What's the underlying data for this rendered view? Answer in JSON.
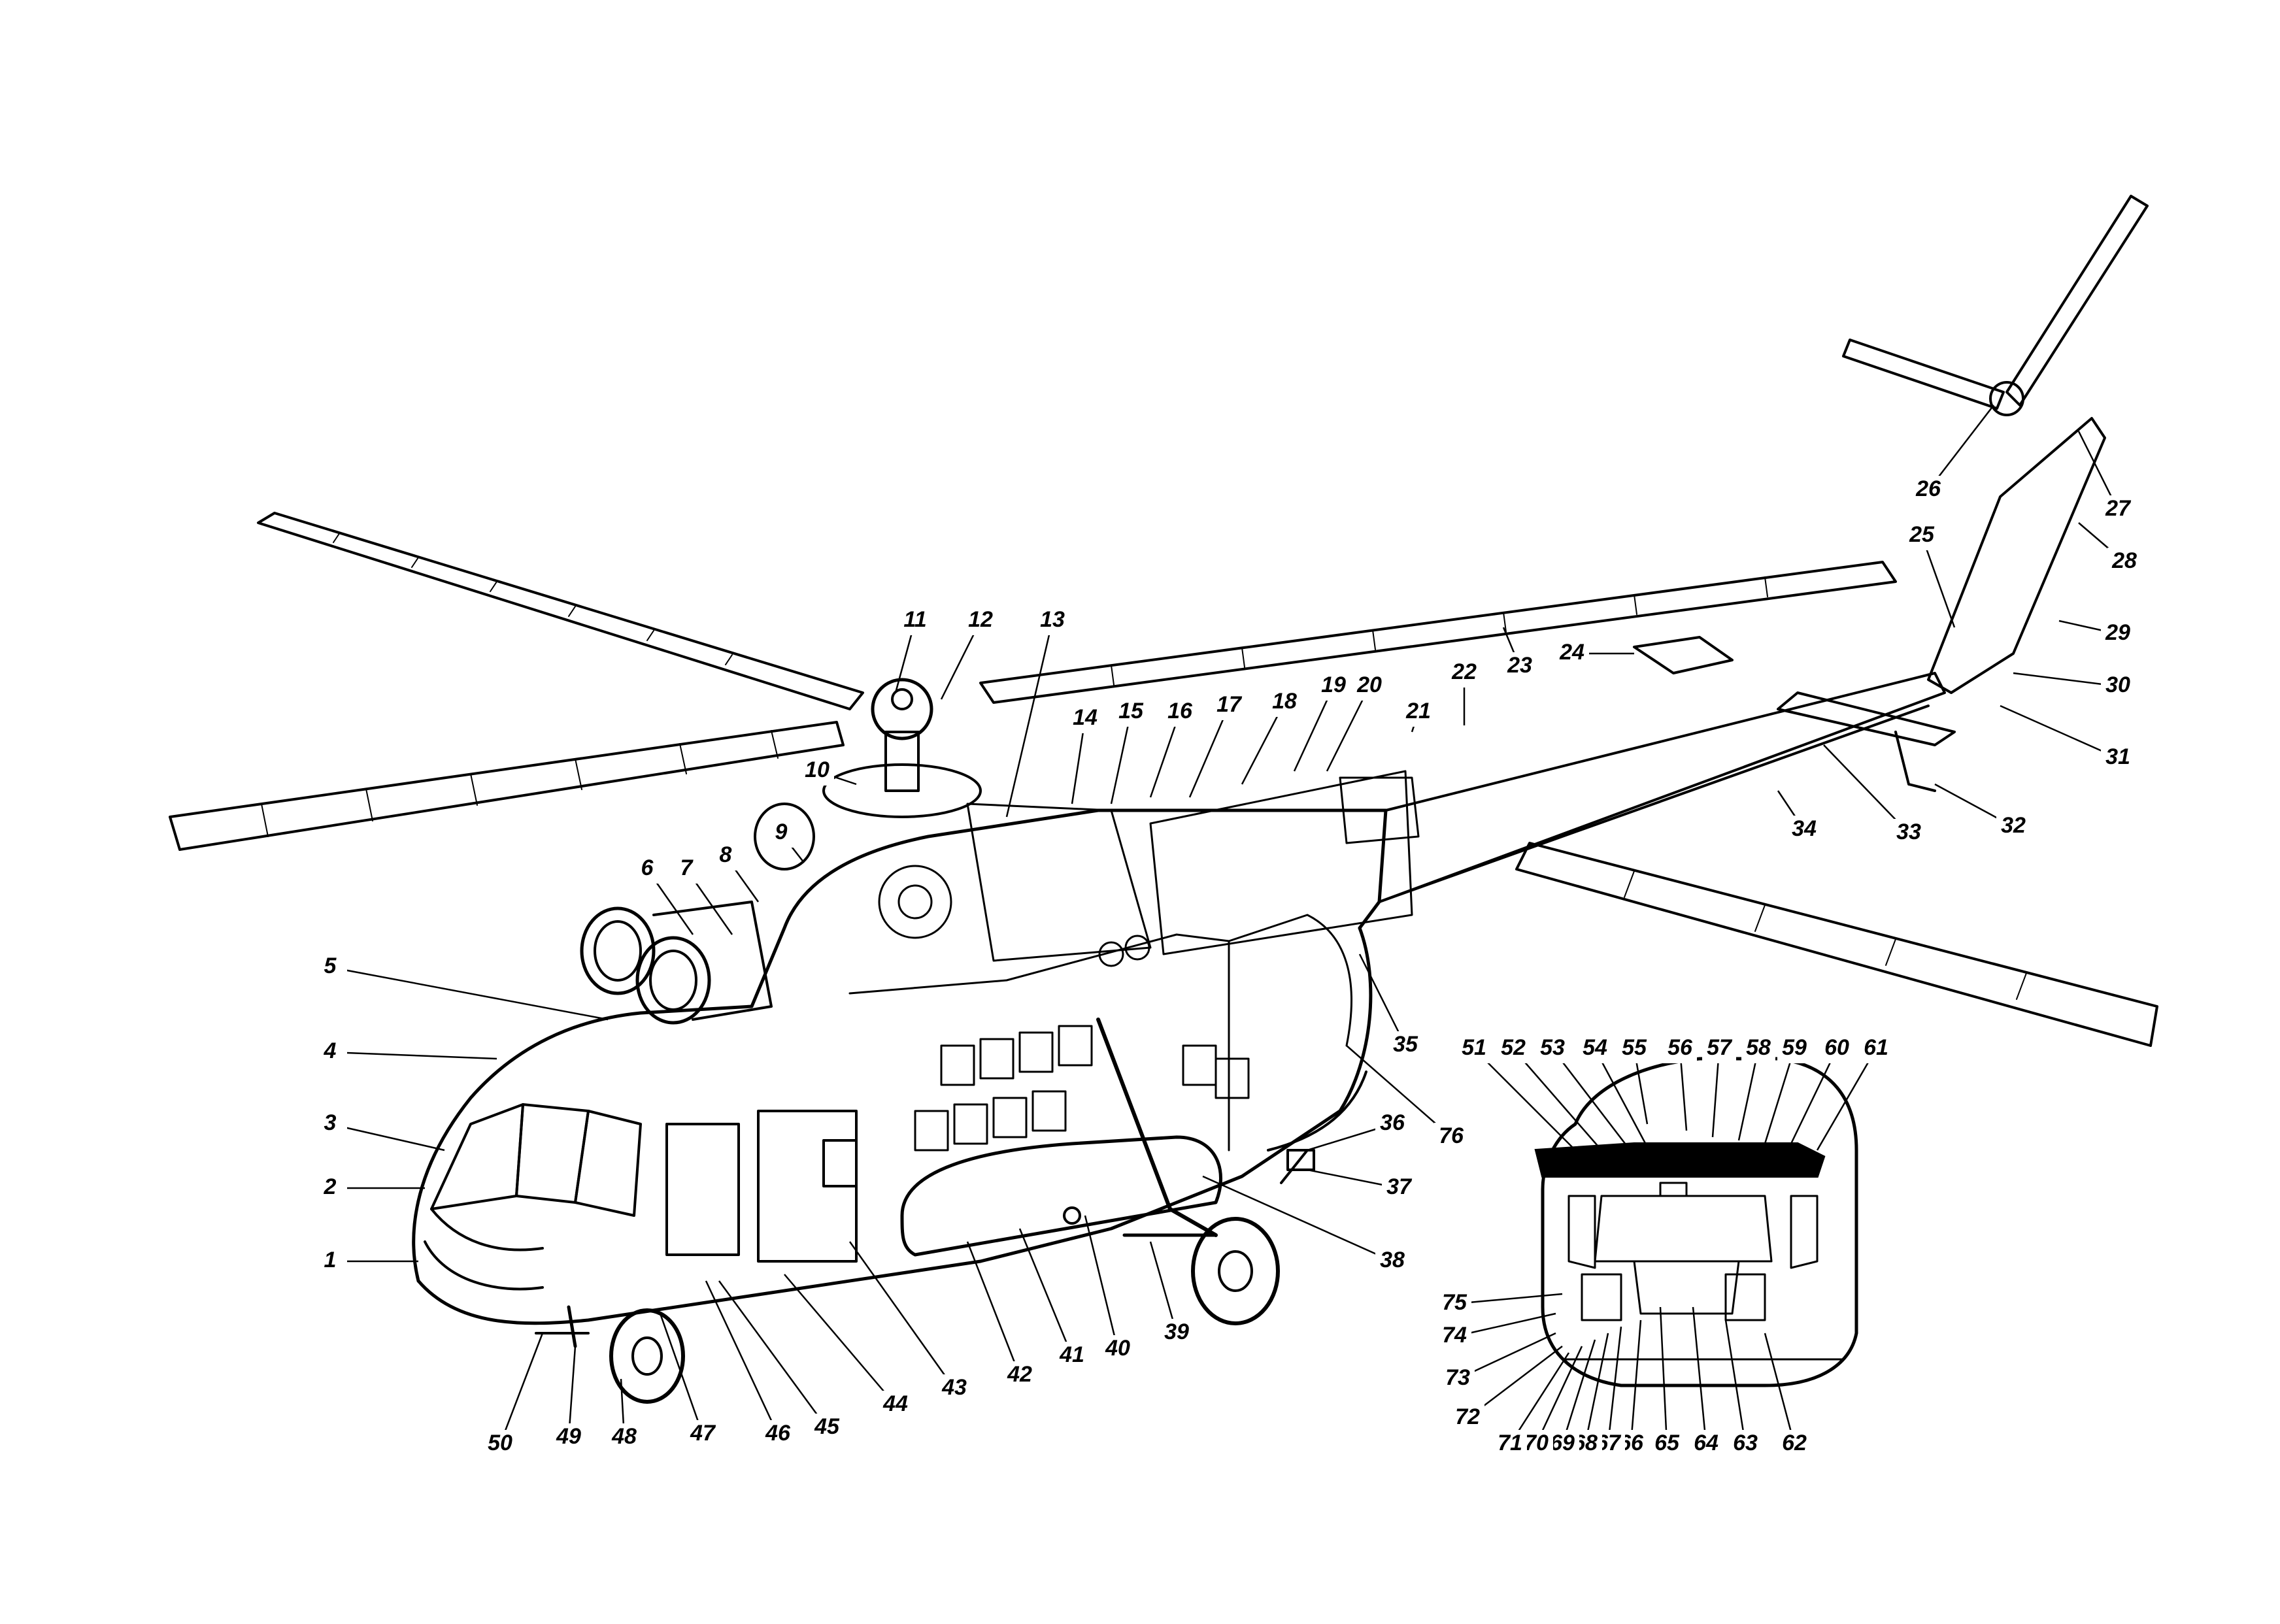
{
  "diagram": {
    "subject": "helicopter-cutaway",
    "callouts": [
      {
        "id": "1",
        "label": "1"
      },
      {
        "id": "2",
        "label": "2"
      },
      {
        "id": "3",
        "label": "3"
      },
      {
        "id": "4",
        "label": "4"
      },
      {
        "id": "5",
        "label": "5"
      },
      {
        "id": "6",
        "label": "6"
      },
      {
        "id": "7",
        "label": "7"
      },
      {
        "id": "8",
        "label": "8"
      },
      {
        "id": "9",
        "label": "9"
      },
      {
        "id": "10",
        "label": "10"
      },
      {
        "id": "11",
        "label": "11"
      },
      {
        "id": "12",
        "label": "12"
      },
      {
        "id": "13",
        "label": "13"
      },
      {
        "id": "14",
        "label": "14"
      },
      {
        "id": "15",
        "label": "15"
      },
      {
        "id": "16",
        "label": "16"
      },
      {
        "id": "17",
        "label": "17"
      },
      {
        "id": "18",
        "label": "18"
      },
      {
        "id": "19",
        "label": "19"
      },
      {
        "id": "20",
        "label": "20"
      },
      {
        "id": "21",
        "label": "21"
      },
      {
        "id": "22",
        "label": "22"
      },
      {
        "id": "23",
        "label": "23"
      },
      {
        "id": "24",
        "label": "24"
      },
      {
        "id": "25",
        "label": "25"
      },
      {
        "id": "26",
        "label": "26"
      },
      {
        "id": "27",
        "label": "27"
      },
      {
        "id": "28",
        "label": "28"
      },
      {
        "id": "29",
        "label": "29"
      },
      {
        "id": "30",
        "label": "30"
      },
      {
        "id": "31",
        "label": "31"
      },
      {
        "id": "32",
        "label": "32"
      },
      {
        "id": "33",
        "label": "33"
      },
      {
        "id": "34",
        "label": "34"
      },
      {
        "id": "35",
        "label": "35"
      },
      {
        "id": "36",
        "label": "36"
      },
      {
        "id": "37",
        "label": "37"
      },
      {
        "id": "38",
        "label": "38"
      },
      {
        "id": "39",
        "label": "39"
      },
      {
        "id": "40",
        "label": "40"
      },
      {
        "id": "41",
        "label": "41"
      },
      {
        "id": "42",
        "label": "42"
      },
      {
        "id": "43",
        "label": "43"
      },
      {
        "id": "44",
        "label": "44"
      },
      {
        "id": "45",
        "label": "45"
      },
      {
        "id": "46",
        "label": "46"
      },
      {
        "id": "47",
        "label": "47"
      },
      {
        "id": "48",
        "label": "48"
      },
      {
        "id": "49",
        "label": "49"
      },
      {
        "id": "50",
        "label": "50"
      },
      {
        "id": "51",
        "label": "51"
      },
      {
        "id": "52",
        "label": "52"
      },
      {
        "id": "53",
        "label": "53"
      },
      {
        "id": "54",
        "label": "54"
      },
      {
        "id": "55",
        "label": "55"
      },
      {
        "id": "56",
        "label": "56"
      },
      {
        "id": "57",
        "label": "57"
      },
      {
        "id": "58",
        "label": "58"
      },
      {
        "id": "59",
        "label": "59"
      },
      {
        "id": "60",
        "label": "60"
      },
      {
        "id": "61",
        "label": "61"
      },
      {
        "id": "62",
        "label": "62"
      },
      {
        "id": "63",
        "label": "63"
      },
      {
        "id": "64",
        "label": "64"
      },
      {
        "id": "65",
        "label": "65"
      },
      {
        "id": "66",
        "label": "66"
      },
      {
        "id": "67",
        "label": "67"
      },
      {
        "id": "68",
        "label": "68"
      },
      {
        "id": "69",
        "label": "69"
      },
      {
        "id": "70",
        "label": "70"
      },
      {
        "id": "71",
        "label": "71"
      },
      {
        "id": "72",
        "label": "72"
      },
      {
        "id": "73",
        "label": "73"
      },
      {
        "id": "74",
        "label": "74"
      },
      {
        "id": "75",
        "label": "75"
      },
      {
        "id": "76",
        "label": "76"
      }
    ]
  },
  "colors": {
    "ink": "#000000",
    "paper": "#ffffff"
  }
}
